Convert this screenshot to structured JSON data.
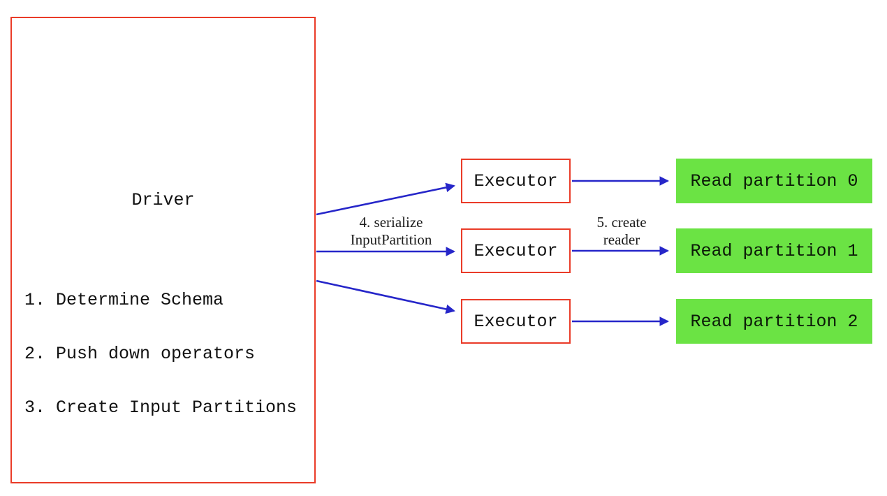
{
  "driver": {
    "title": "Driver",
    "steps": [
      "1. Determine Schema",
      "2. Push down operators",
      "3. Create Input Partitions"
    ]
  },
  "executors": [
    {
      "label": "Executor"
    },
    {
      "label": "Executor"
    },
    {
      "label": "Executor"
    }
  ],
  "partitions": [
    {
      "label": "Read partition 0"
    },
    {
      "label": "Read partition 1"
    },
    {
      "label": "Read partition 2"
    }
  ],
  "edge_labels": {
    "serialize": {
      "line1": "4. serialize",
      "line2": "InputPartition"
    },
    "create_reader": {
      "line1": "5. create",
      "line2": "reader"
    }
  },
  "colors": {
    "box_border": "#ea3b28",
    "arrow": "#2626c9",
    "partition_fill": "#6be344",
    "text": "#111111",
    "background": "#ffffff"
  }
}
